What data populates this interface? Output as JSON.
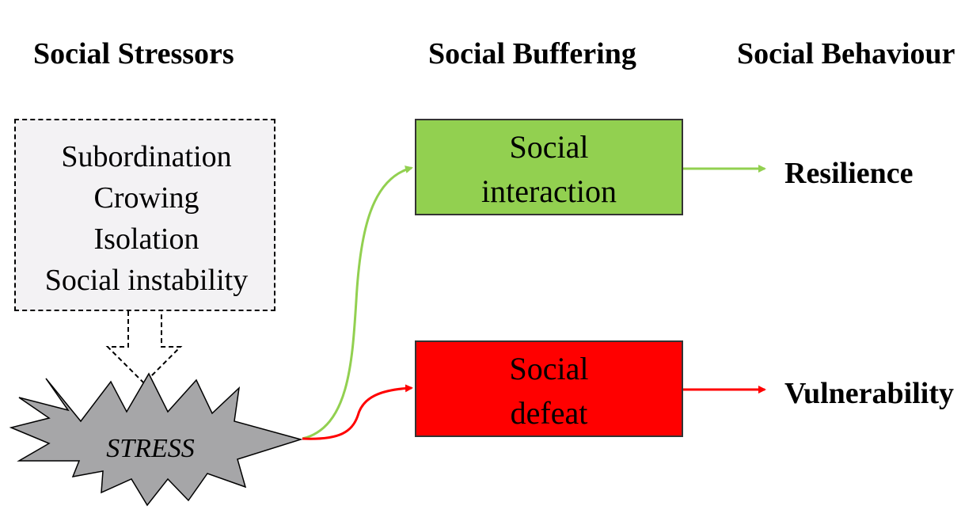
{
  "headings": {
    "stressors": "Social Stressors",
    "buffering": "Social Buffering",
    "behaviour": "Social Behaviour"
  },
  "stressors": [
    "Subordination",
    "Crowing",
    "Isolation",
    "Social instability"
  ],
  "stress_label": "STRESS",
  "boxes": {
    "interaction": [
      "Social",
      "interaction"
    ],
    "defeat": [
      "Social",
      "defeat"
    ]
  },
  "outcomes": {
    "resilience": "Resilience",
    "vulnerability": "Vulnerability"
  },
  "colors": {
    "green": "#92d050",
    "red": "#ff0000",
    "stress_fill": "#a6a6a8",
    "stressor_bg": "#f3f2f4"
  }
}
